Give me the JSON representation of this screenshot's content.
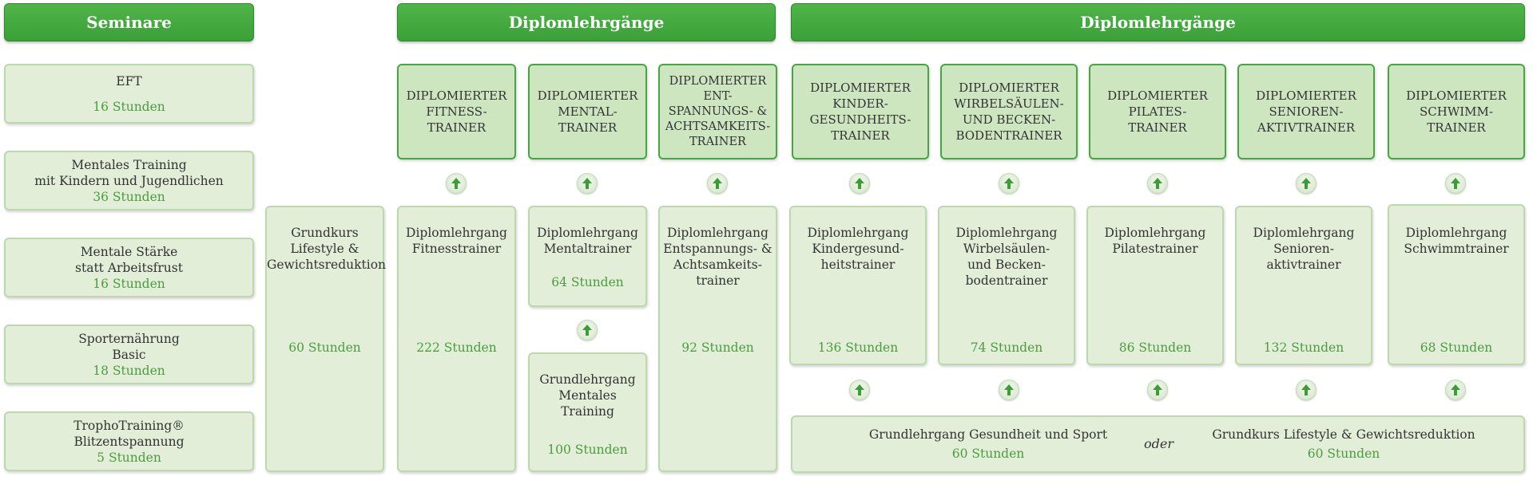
{
  "headers": {
    "seminare": "Seminare",
    "diplom_left": "Diplomlehrgänge",
    "diplom_right": "Diplomlehrgänge"
  },
  "seminars": [
    {
      "title": "EFT",
      "hours": "16 Stunden"
    },
    {
      "title": "Mentales Training\nmit Kindern und Jugendlichen",
      "hours": "36 Stunden"
    },
    {
      "title": "Mentale Stärke\nstatt Arbeitsfrust",
      "hours": "16 Stunden"
    },
    {
      "title": "Sporternährung\nBasic",
      "hours": "18 Stunden"
    },
    {
      "title": "TrophoTraining®\nBlitzentspannung",
      "hours": "5 Stunden"
    }
  ],
  "grundkurs": {
    "title": "Grundkurs\nLifestyle &\nGewichtsreduktion",
    "hours": "60 Stunden"
  },
  "diplomas": [
    "DIPLOMIERTER\nFITNESS-\nTRAINER",
    "DIPLOMIERTER\nMENTAL-\nTRAINER",
    "DIPLOMIERTER\nENT-\nSPANNUNGS- &\nACHTSAMKEITS-\nTRAINER",
    "DIPLOMIERTER\nKINDER-\nGESUNDHEITS-\nTRAINER",
    "DIPLOMIERTER\nWIRBELSÄULEN-\nUND BECKEN-\nBODENTRAINER",
    "DIPLOMIERTER\nPILATES-\nTRAINER",
    "DIPLOMIERTER\nSENIOREN-\nAKTIVTRAINER",
    "DIPLOMIERTER\nSCHWIMM-\nTRAINER"
  ],
  "courses": [
    {
      "title": "Diplomlehrgang\nFitnesstrainer",
      "hours": "222 Stunden"
    },
    {
      "title": "Diplomlehrgang\nMentaltrainer",
      "hours": "64 Stunden"
    },
    {
      "title": "Diplomlehrgang\nEntspannungs- &\nAchtsamkeits-\ntrainer",
      "hours": "92 Stunden"
    },
    {
      "title": "Diplomlehrgang\nKindergesund-\nheitstrainer",
      "hours": "136 Stunden"
    },
    {
      "title": "Diplomlehrgang\nWirbelsäulen-\nund Becken-\nbodentrainer",
      "hours": "74 Stunden"
    },
    {
      "title": "Diplomlehrgang\nPilatestrainer",
      "hours": "86 Stunden"
    },
    {
      "title": "Diplomlehrgang\nSenioren-\naktivtrainer",
      "hours": "132 Stunden"
    },
    {
      "title": "Diplomlehrgang\nSchwimmtrainer",
      "hours": "68 Stunden"
    }
  ],
  "grundlehrgang_mental": {
    "title": "Grundlehrgang\nMentales\nTraining",
    "hours": "100 Stunden"
  },
  "bottom": {
    "left_title": "Grundlehrgang Gesundheit und Sport",
    "left_hours": "60 Stunden",
    "oder": "oder",
    "right_title": "Grundkurs Lifestyle & Gewichtsreduktion",
    "right_hours": "60 Stunden"
  },
  "colors": {
    "header_green": "#3aa038",
    "hours_green": "#4a9d3e",
    "box_fill": "#e3eed8",
    "diploma_fill": "#cde6c0"
  },
  "icons": {
    "arrow": "arrow-up-icon"
  }
}
